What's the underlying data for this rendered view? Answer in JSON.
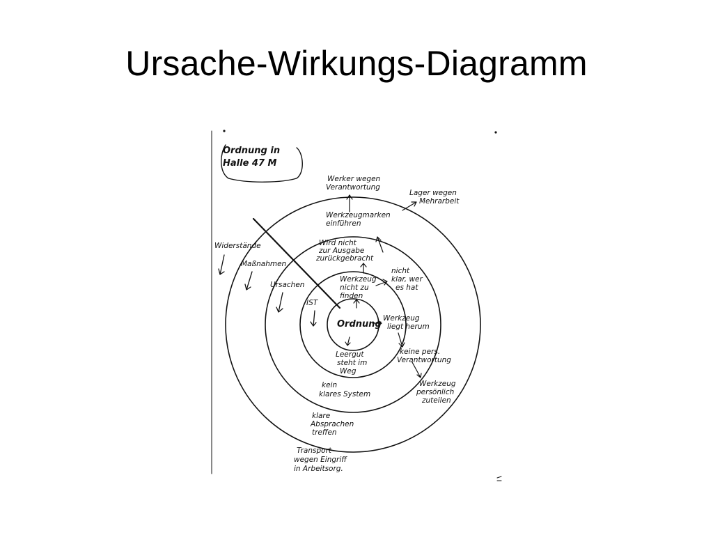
{
  "slide": {
    "title": "Ursache-Wirkungs-Diagramm"
  },
  "diagram": {
    "frame_label": [
      "Ordnung in",
      "Halle 47 M"
    ],
    "center": "Ordnung",
    "ring_labels": {
      "ist": "IST",
      "ursachen": "Ursachen",
      "massnahmen": "Maßnahmen",
      "widerstaende": "Widerstände"
    },
    "items": {
      "werkzeug_liegt": [
        "Werkzeug",
        "liegt herum"
      ],
      "leergut": [
        "Leergut",
        "steht im",
        "Weg"
      ],
      "werkzeug_finden": [
        "Werkzeug",
        "nicht zu",
        "finden"
      ],
      "nicht_klar": [
        "nicht",
        "klar, wer",
        "es hat"
      ],
      "ausgabe": [
        "Wird nicht",
        "zur Ausgabe",
        "zurückgebracht"
      ],
      "keine_verantwortung": [
        "keine pers.",
        "Verantwortung"
      ],
      "kein_system": [
        "kein",
        "klares System"
      ],
      "werkzeugmarken": [
        "Werkzeugmarken",
        "einführen"
      ],
      "werkzeug_persoenlich": [
        "Werkzeug",
        "persönlich",
        "zuteilen"
      ],
      "klare_absprachen": [
        "klare",
        "Absprachen",
        "treffen"
      ],
      "werker_verantwortung": [
        "Werker wegen",
        "Verantwortung"
      ],
      "lager_mehrarbeit": [
        "Lager wegen",
        "Mehrarbeit"
      ],
      "transport": [
        "Transport",
        "wegen Eingriff",
        "in Arbeitsorg."
      ]
    }
  }
}
